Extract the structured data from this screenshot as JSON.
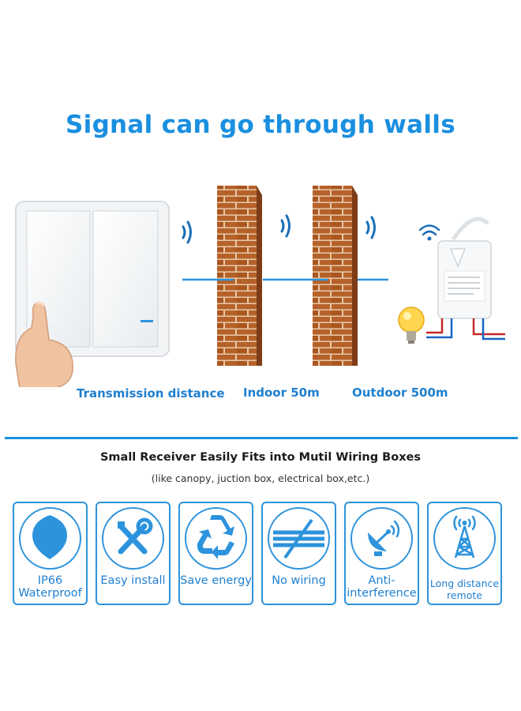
{
  "headline": "Signal can go through walls",
  "captions": {
    "transmission": "Transmission distance",
    "indoor": "Indoor 50m",
    "outdoor": "Outdoor 500m"
  },
  "subheading": "Small Receiver Easily Fits into Mutil Wiring Boxes",
  "subnote": "(like canopy, juction box, electrical box,etc.)",
  "features": [
    {
      "icon": "water-drop-icon",
      "line1": "IP66",
      "line2": "Waterproof"
    },
    {
      "icon": "tools-icon",
      "line1": "Easy install",
      "line2": ""
    },
    {
      "icon": "recycle-icon",
      "line1": "Save energy",
      "line2": ""
    },
    {
      "icon": "no-wiring-icon",
      "line1": "No wiring",
      "line2": ""
    },
    {
      "icon": "satellite-dish-icon",
      "line1": "Anti-",
      "line2": "interference"
    },
    {
      "icon": "antenna-tower-icon",
      "line1": "Long distance",
      "line2": "remote"
    }
  ],
  "colors": {
    "accent": "#1a8fe0",
    "brick": "#b5622a",
    "mortar": "#e9c8a8"
  }
}
